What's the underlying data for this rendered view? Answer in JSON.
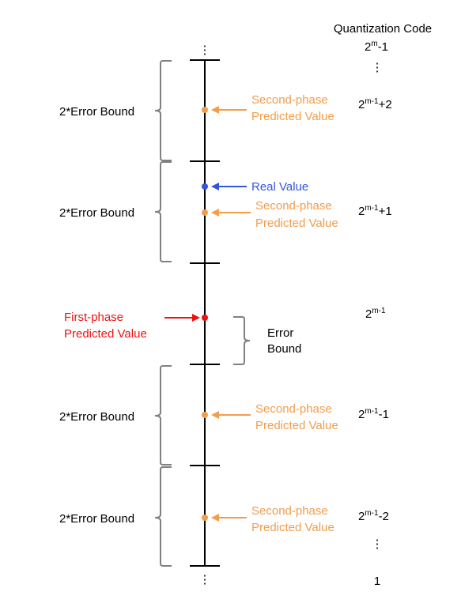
{
  "header": {
    "code_title": "Quantization Code",
    "dots": "⋮"
  },
  "codes": [
    {
      "base": "2",
      "sup": "m",
      "tail": "-1"
    },
    {
      "base": "2",
      "sup": "m-1",
      "tail": "+2"
    },
    {
      "base": "2",
      "sup": "m-1",
      "tail": "+1"
    },
    {
      "base": "2",
      "sup": "m-1",
      "tail": ""
    },
    {
      "base": "2",
      "sup": "m-1",
      "tail": "-1"
    },
    {
      "base": "2",
      "sup": "m-1",
      "tail": "-2"
    },
    {
      "base": "",
      "sup": "",
      "tail": "1"
    }
  ],
  "labels": {
    "error_bound_x2": "2*Error Bound",
    "error_bound_line1": "Error",
    "error_bound_line2": "Bound",
    "second_phase_line1": "Second-phase",
    "second_phase_line2": "Predicted Value",
    "real_value": "Real Value",
    "first_phase_line1": "First-phase",
    "first_phase_line2": "Predicted Value"
  },
  "colors": {
    "axis": "#000000",
    "bracket": "#808080",
    "second_phase": "#F39C4A",
    "real_value": "#3355DD",
    "first_phase": "#EE1111",
    "text": "#000000"
  }
}
